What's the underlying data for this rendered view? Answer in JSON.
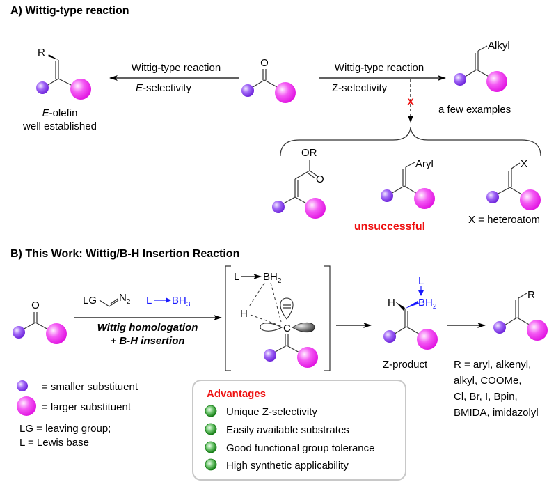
{
  "panel_a": {
    "title": "A) Wittig-type reaction",
    "left_arrow": {
      "top": "Wittig-type reaction",
      "bottom_italic": "E",
      "bottom_rest": "-selectivity"
    },
    "right_arrow": {
      "top": "Wittig-type reaction",
      "bottom": "Z-selectivity"
    },
    "fail_mark": "X",
    "e_product": {
      "substituent": "R",
      "label_italic": "E",
      "label_rest": "-olefin",
      "note": "well established"
    },
    "z_product": {
      "substituent": "Alkyl",
      "note": "a few examples"
    },
    "carbonyl_O": "O",
    "failed_substrates": [
      {
        "substituent": "OR",
        "carbonyl_O": "O"
      },
      {
        "substituent": "Aryl"
      },
      {
        "substituent": "X",
        "note": "X = heteroatom"
      }
    ],
    "failed_label": "unsuccessful"
  },
  "panel_b": {
    "title": "B) This Work: Wittig/B-H Insertion Reaction",
    "carbonyl_O": "O",
    "reagents": {
      "lg": "LG",
      "n2": "N",
      "n2_sub": "2",
      "borane_L": "L",
      "borane": "BH",
      "borane_sub": "3"
    },
    "conditions": {
      "line1": "Wittig homologation",
      "line2": "+ B-H insertion"
    },
    "ts": {
      "L": "L",
      "BH2": "BH",
      "BH2_sub": "2",
      "H": "H",
      "C": "C"
    },
    "z_product": {
      "H": "H",
      "L": "L",
      "BH2": "BH",
      "BH2_sub": "2",
      "label": "Z-product"
    },
    "final": {
      "substituent": "R",
      "scope": [
        "R = aryl, alkenyl,",
        "alkyl, COOMe,",
        "Cl, Br, I, Bpin,",
        "BMIDA, imidazolyl"
      ]
    },
    "legend": {
      "small": "= smaller substituent",
      "large": "= larger substituent",
      "lg": "LG = leaving group;",
      "l": "L = Lewis base"
    },
    "advantages": {
      "title": "Advantages",
      "items": [
        "Unique Z-selectivity",
        "Easily available substrates",
        "Good functional group tolerance",
        "High synthetic applicability"
      ]
    }
  },
  "colors": {
    "small_sphere": "#8a3cf0",
    "large_sphere": "#f020f0",
    "accent_red": "#ee1111",
    "accent_blue": "#1a1aff",
    "bullet_green": "#1f9a1f"
  }
}
